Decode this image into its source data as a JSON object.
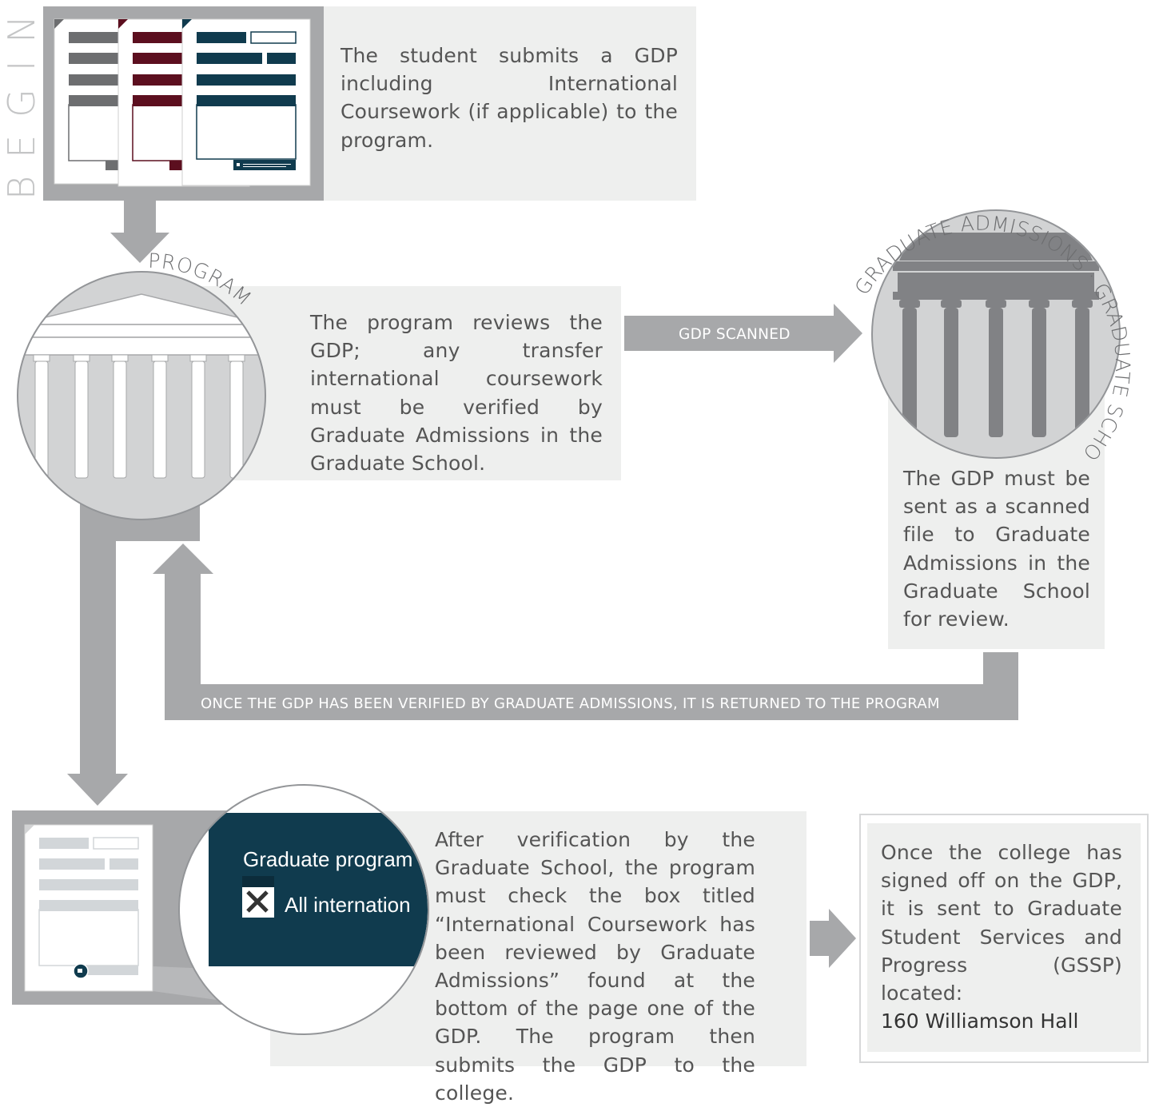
{
  "begin_label": "BEGIN",
  "step1": {
    "text": "The student submits a GDP including International Coursework (if applicable) to the program."
  },
  "step2": {
    "arc_label": "PROGRAM",
    "text": "The program reviews the GDP; any transfer international coursework must be verified by Graduate Admissions in the Graduate School."
  },
  "arrow_scanned_label": "GDP SCANNED",
  "step3": {
    "arc_label": "GRADUATE ADMISSIONS · GRADUATE SCHOOL",
    "text": "The GDP must be sent as a scanned file to Graduate Admissions in the Graduate School for review."
  },
  "return_label": "ONCE THE GDP HAS BEEN VERIFIED BY GRADUATE ADMISSIONS, IT IS RETURNED TO THE PROGRAM",
  "step4": {
    "zoom_line1": "Graduate program",
    "zoom_line2": "All internation",
    "text": "After verification by the Graduate School, the program must check the box titled “International Coursework has been reviewed by Graduate Admissions” found at the bottom of the page one of the GDP. The program then submits the GDP to the college."
  },
  "step5": {
    "text": "Once the college has signed off on the GDP, it is sent to Graduate Student Services and Progress (GSSP) located:",
    "address": "160 Williamson Hall"
  },
  "colors": {
    "panel": "#eeefee",
    "arrow": "#a7a8aa",
    "text": "#555555",
    "form_gray": "#6d6e70",
    "form_maroon": "#5c0f1f",
    "form_teal": "#103b4e"
  }
}
